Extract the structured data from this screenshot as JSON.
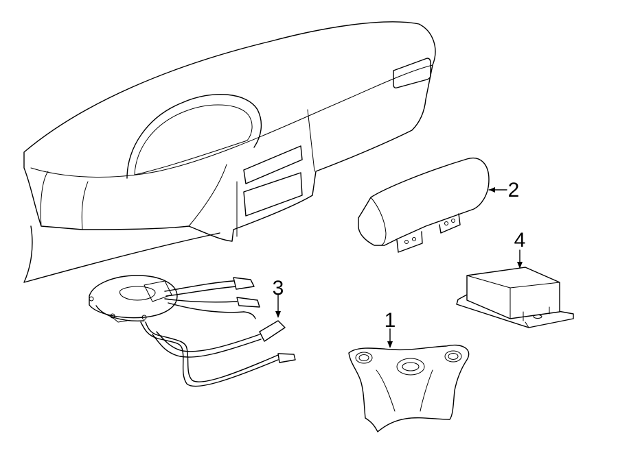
{
  "diagram": {
    "callouts": [
      {
        "id": "steering-wheel-airbag",
        "label": "1"
      },
      {
        "id": "passenger-airbag",
        "label": "2"
      },
      {
        "id": "clockspring-harness",
        "label": "3"
      },
      {
        "id": "airbag-control-module",
        "label": "4"
      }
    ]
  }
}
